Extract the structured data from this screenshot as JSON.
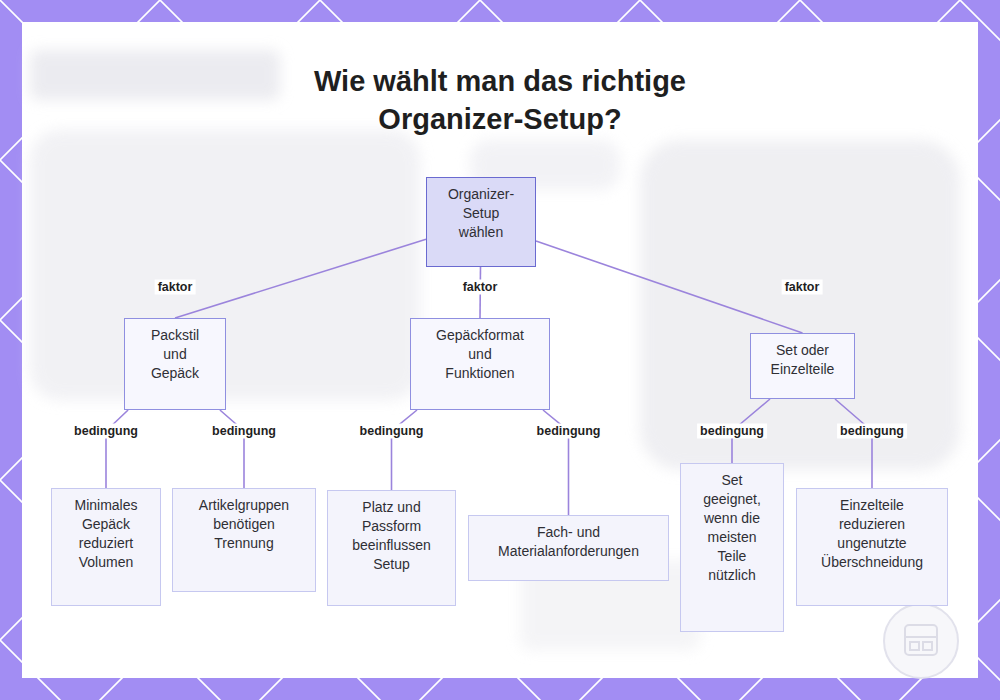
{
  "diagram": {
    "title": "Wie wählt man das richtige Organizer-Setup?",
    "nodes": [
      {
        "text": [
          "Organizer- Setup wählen"
        ]
      },
      {
        "text": [
          "Packstil und Gepäck"
        ]
      },
      {
        "text": [
          "Gepäckformat und Funktionen"
        ]
      },
      {
        "text": [
          "Set oder Einzelteile"
        ]
      },
      {
        "text": [
          "Minimales Gepäck reduziert Volumen"
        ]
      },
      {
        "text": [
          "Artikelgruppen benötigen Trennung"
        ]
      },
      {
        "text": [
          "Platz und Passform beeinflussen Setup"
        ]
      },
      {
        "text": [
          "Fach- und Materialanforderungen"
        ]
      },
      {
        "text": [
          "Set geeignet, wenn die meisten Teile nützlich"
        ]
      },
      {
        "text": [
          "Einzelteile reduzieren ungenutzte Überschneidung"
        ]
      }
    ],
    "edges": [
      {
        "from": 0,
        "to": 1,
        "label": "faktor",
        "arrow": "none"
      },
      {
        "from": 0,
        "to": 2,
        "label": "faktor",
        "arrow": "none"
      },
      {
        "from": 0,
        "to": 3,
        "label": "faktor",
        "arrow": "none"
      },
      {
        "from": 1,
        "to": 4,
        "label": "bedingung",
        "arrow": "none"
      },
      {
        "from": 1,
        "to": 5,
        "label": "bedingung",
        "arrow": "none"
      },
      {
        "from": 2,
        "to": 6,
        "label": "bedingung",
        "arrow": "none"
      },
      {
        "from": 2,
        "to": 7,
        "label": "bedingung",
        "arrow": "none"
      },
      {
        "from": 3,
        "to": 8,
        "label": "bedingung",
        "arrow": "none"
      },
      {
        "from": 3,
        "to": 9,
        "label": "bedingung",
        "arrow": "none"
      }
    ]
  }
}
